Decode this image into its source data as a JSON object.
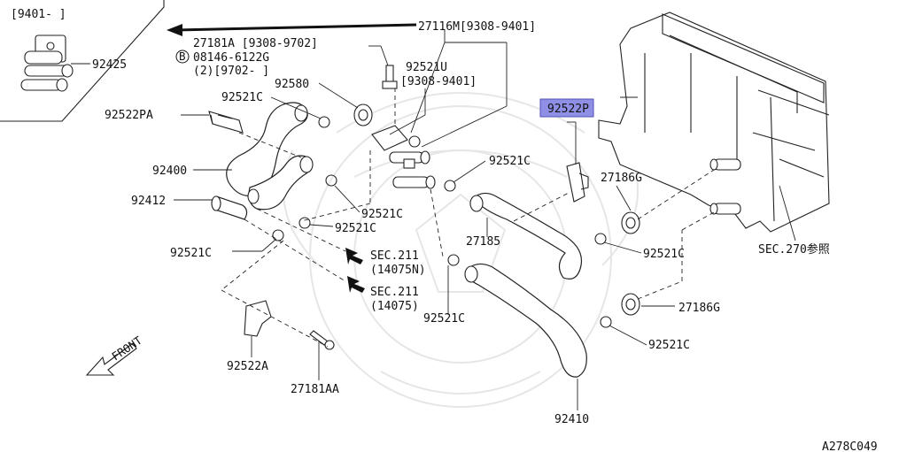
{
  "inset": {
    "range": "[9401-     ]",
    "part": "92425"
  },
  "labels": {
    "p27116M": "27116M[9308-9401]",
    "p27181A": "27181A [9308-9702]",
    "bolt_badge": "B",
    "p08146": "08146-6122G",
    "p08146_qty": "(2)[9702-     ]",
    "p92521U": "92521U",
    "p92521U_range": "[9308-9401]",
    "p92580": "92580",
    "p92521C_top": "92521C",
    "p92522PA": "92522PA",
    "p92400": "92400",
    "p92412": "92412",
    "p92521C_a": "92521C",
    "p92521C_b": "92521C",
    "p92521C_c": "92521C",
    "p92521C_d": "92521C",
    "p92521C_e": "92521C",
    "p92521C_f": "92521C",
    "p92521C_g": "92521C",
    "p92522P": "92522P",
    "p27186G_a": "27186G",
    "p27186G_b": "27186G",
    "p27185": "27185",
    "sec211a_1": "SEC.211",
    "sec211a_2": "(14075N)",
    "sec211b_1": "SEC.211",
    "sec211b_2": "(14075)",
    "sec270": "SEC.270参照",
    "p92522A": "92522A",
    "p27181AA": "27181AA",
    "p92410": "92410",
    "front": "FRONT",
    "figure_code": "A278C049"
  },
  "colors": {
    "highlight": "#8f8fe6",
    "line": "#222222",
    "watermark": "#e6e6e6"
  }
}
